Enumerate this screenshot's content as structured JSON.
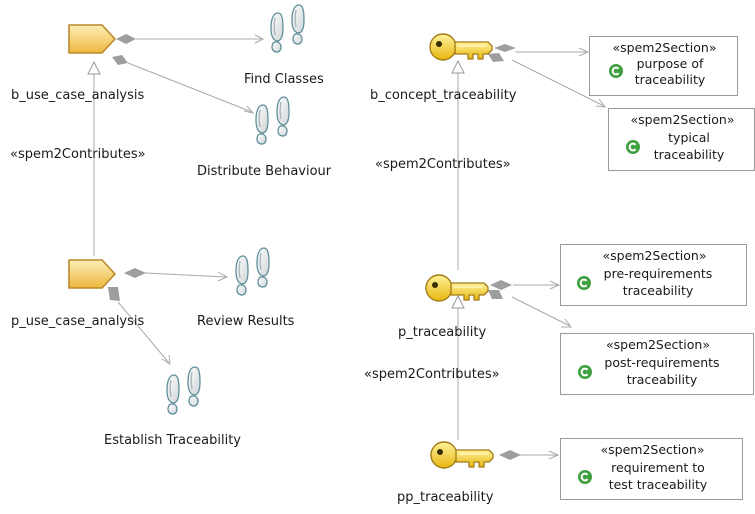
{
  "left": {
    "top_node": {
      "label": "b_use_case_analysis",
      "steps": [
        "Find Classes",
        "Distribute Behaviour"
      ]
    },
    "bottom_node": {
      "label": "p_use_case_analysis",
      "steps": [
        "Review Results",
        "Establish Traceability"
      ]
    },
    "contributes_label": "«spem2Contributes»"
  },
  "right": {
    "top_node": {
      "label": "b_concept_traceability"
    },
    "mid_node": {
      "label": "p_traceability"
    },
    "bottom_node": {
      "label": "pp_traceability"
    },
    "contributes_top_label": "«spem2Contributes»",
    "contributes_bottom_label": "«spem2Contributes»"
  },
  "sections": [
    {
      "stereotype": "«spem2Section»",
      "lines": [
        "purpose of",
        "traceability"
      ]
    },
    {
      "stereotype": "«spem2Section»",
      "lines": [
        "typical",
        "traceability"
      ]
    },
    {
      "stereotype": "«spem2Section»",
      "lines": [
        "pre-requirements",
        "traceability"
      ]
    },
    {
      "stereotype": "«spem2Section»",
      "lines": [
        "post-requirements",
        "traceability"
      ]
    },
    {
      "stereotype": "«spem2Section»",
      "lines": [
        "requirement to",
        "test traceability"
      ]
    }
  ],
  "colors": {
    "node_fill": "#F6D169",
    "node_stroke": "#B8892A",
    "key_fill": "#F4D227",
    "key_stroke": "#A27B14",
    "line": "#a9a9a9",
    "diamond": "#9e9e9e",
    "section_icon": "#3FA03F"
  },
  "icons": {
    "task_icon": "task-icon",
    "step_icon": "footprints-icon",
    "guidance_icon": "key-icon",
    "section_icon": "section-icon"
  }
}
